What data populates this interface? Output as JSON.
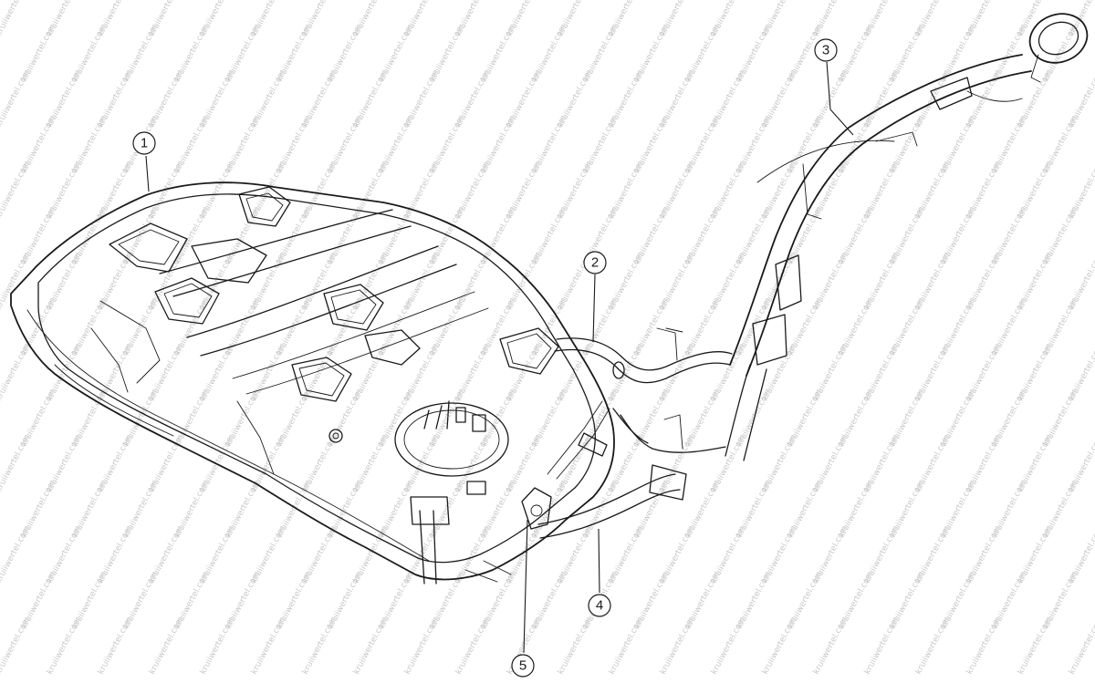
{
  "watermark": "kruiiwertel.com",
  "callouts": [
    {
      "id": "1",
      "label": "1"
    },
    {
      "id": "2",
      "label": "2"
    },
    {
      "id": "3",
      "label": "3"
    },
    {
      "id": "4",
      "label": "4"
    },
    {
      "id": "5",
      "label": "5"
    }
  ],
  "colors": {
    "line": "#1a1a1a",
    "background": "#ffffff",
    "watermark": "#c8c8c8"
  }
}
